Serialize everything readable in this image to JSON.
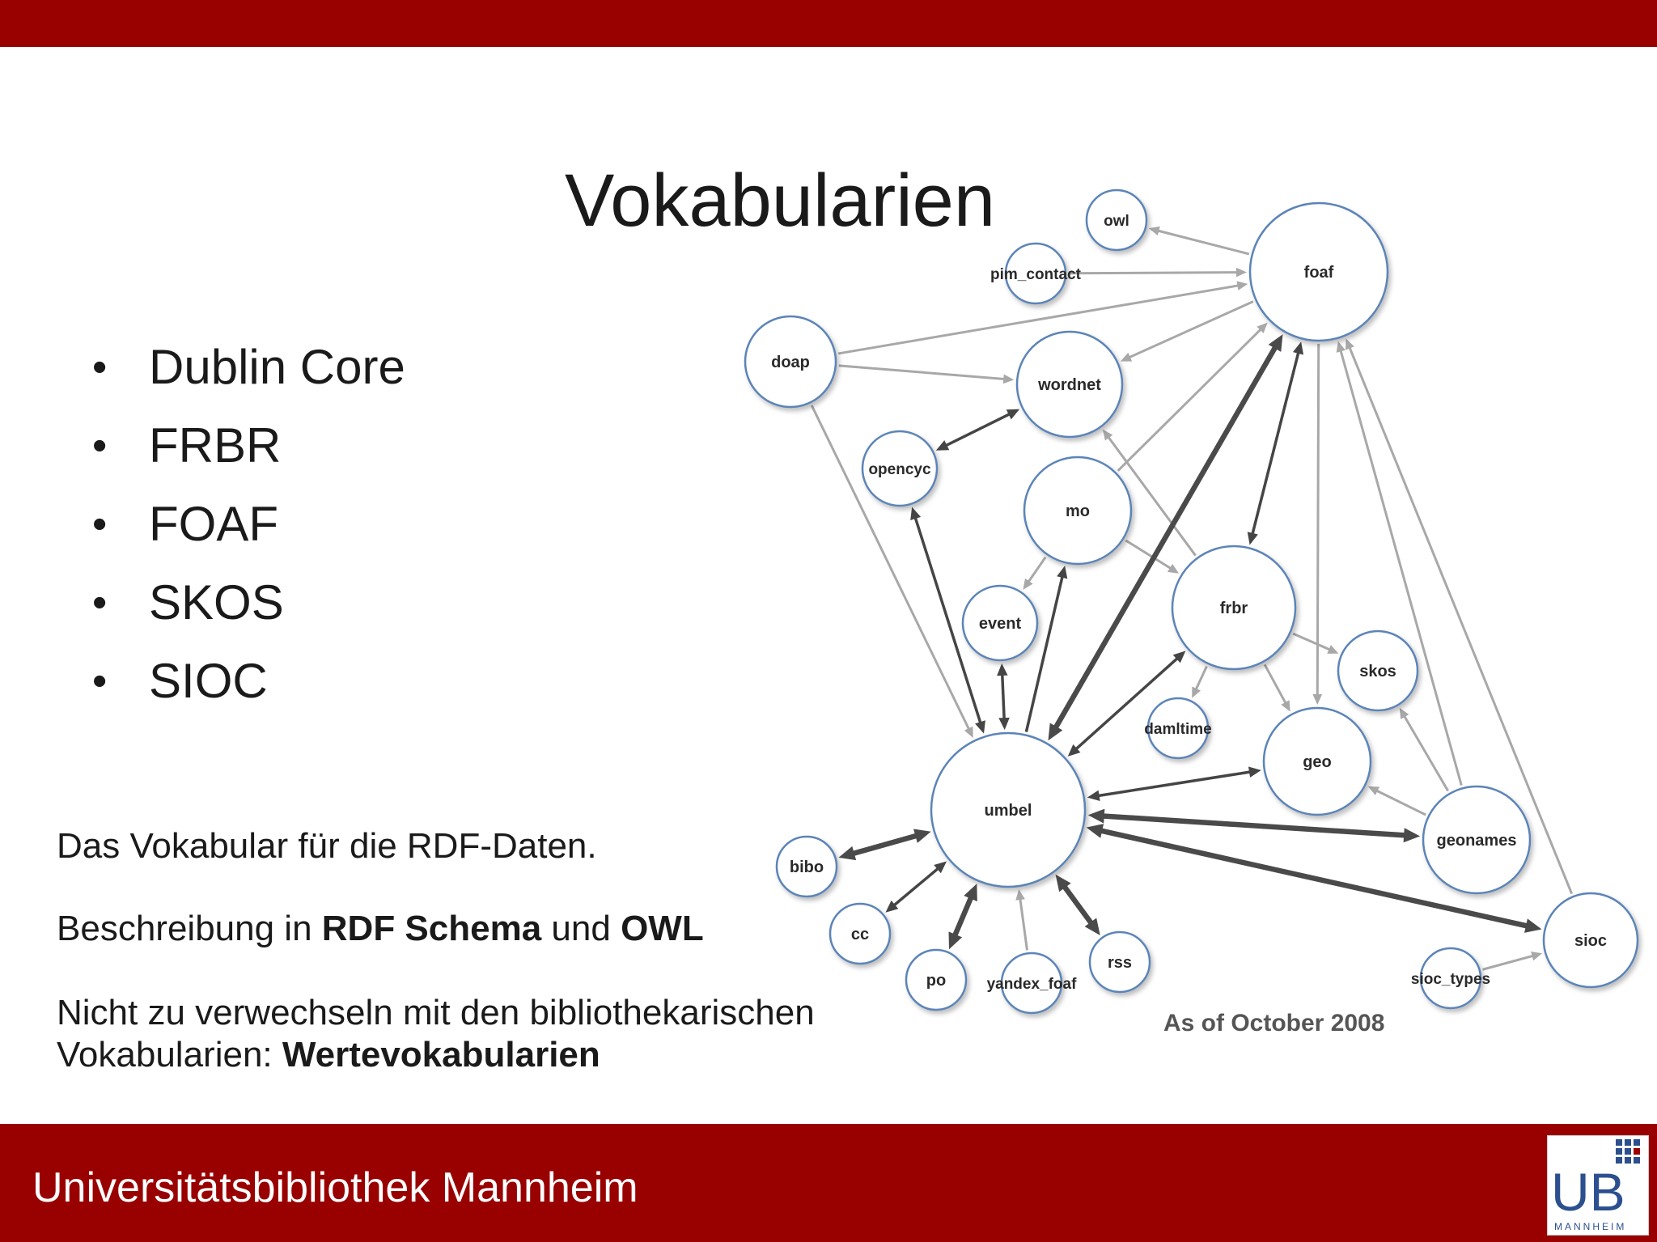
{
  "slide": {
    "title": "Vokabularien",
    "bullets": [
      "Dublin Core",
      "FRBR",
      "FOAF",
      "SKOS",
      "SIOC"
    ],
    "description": {
      "line1": "Das Vokabular für die RDF-Daten.",
      "line2_prefix": "Beschreibung in ",
      "line2_bold1": "RDF Schema",
      "line2_mid": " und ",
      "line2_bold2": "OWL",
      "line3": "Nicht zu verwechseln mit den bibliothekarischen",
      "line4_prefix": "Vokabularien: ",
      "line4_bold": "Wertevokabularien"
    },
    "footer": "Universitätsbibliothek Mannheim",
    "logo": {
      "letters": "UB",
      "subtitle": "MANNHEIM"
    }
  },
  "colors": {
    "brand_red": "#990000",
    "node_stroke": "#5b84b8"
  },
  "diagram": {
    "caption": "As of October 2008",
    "nodes": [
      {
        "id": "owl",
        "label": "owl"
      },
      {
        "id": "foaf",
        "label": "foaf"
      },
      {
        "id": "pim_contact",
        "label": "pim_contact"
      },
      {
        "id": "doap",
        "label": "doap"
      },
      {
        "id": "wordnet",
        "label": "wordnet"
      },
      {
        "id": "opencyc",
        "label": "opencyc"
      },
      {
        "id": "mo",
        "label": "mo"
      },
      {
        "id": "frbr",
        "label": "frbr"
      },
      {
        "id": "event",
        "label": "event"
      },
      {
        "id": "skos",
        "label": "skos"
      },
      {
        "id": "damltime",
        "label": "damltime"
      },
      {
        "id": "geo",
        "label": "geo"
      },
      {
        "id": "umbel",
        "label": "umbel"
      },
      {
        "id": "geonames",
        "label": "geonames"
      },
      {
        "id": "bibo",
        "label": "bibo"
      },
      {
        "id": "cc",
        "label": "cc"
      },
      {
        "id": "po",
        "label": "po"
      },
      {
        "id": "yandex_foaf",
        "label": "yandex_foaf"
      },
      {
        "id": "rss",
        "label": "rss"
      },
      {
        "id": "sioc",
        "label": "sioc"
      },
      {
        "id": "sioc_types",
        "label": "sioc_types"
      }
    ],
    "edges": [
      {
        "from": "foaf",
        "to": "owl",
        "weight": "light",
        "bidirectional": false
      },
      {
        "from": "pim_contact",
        "to": "foaf",
        "weight": "light",
        "bidirectional": false
      },
      {
        "from": "doap",
        "to": "foaf",
        "weight": "light",
        "bidirectional": false
      },
      {
        "from": "doap",
        "to": "wordnet",
        "weight": "light",
        "bidirectional": false
      },
      {
        "from": "foaf",
        "to": "wordnet",
        "weight": "light",
        "bidirectional": false
      },
      {
        "from": "opencyc",
        "to": "wordnet",
        "weight": "dark",
        "bidirectional": true
      },
      {
        "from": "doap",
        "to": "umbel",
        "weight": "light",
        "bidirectional": false
      },
      {
        "from": "mo",
        "to": "foaf",
        "weight": "light",
        "bidirectional": false
      },
      {
        "from": "mo",
        "to": "frbr",
        "weight": "light",
        "bidirectional": false
      },
      {
        "from": "mo",
        "to": "event",
        "weight": "light",
        "bidirectional": false
      },
      {
        "from": "frbr",
        "to": "wordnet",
        "weight": "light",
        "bidirectional": false
      },
      {
        "from": "foaf",
        "to": "frbr",
        "weight": "dark",
        "bidirectional": true
      },
      {
        "from": "foaf",
        "to": "umbel",
        "weight": "heavy",
        "bidirectional": true
      },
      {
        "from": "foaf",
        "to": "geo",
        "weight": "light",
        "bidirectional": false
      },
      {
        "from": "opencyc",
        "to": "umbel",
        "weight": "dark",
        "bidirectional": true
      },
      {
        "from": "event",
        "to": "umbel",
        "weight": "dark",
        "bidirectional": true
      },
      {
        "from": "umbel",
        "to": "mo",
        "weight": "dark",
        "bidirectional": false
      },
      {
        "from": "frbr",
        "to": "umbel",
        "weight": "dark",
        "bidirectional": true
      },
      {
        "from": "frbr",
        "to": "skos",
        "weight": "light",
        "bidirectional": false
      },
      {
        "from": "frbr",
        "to": "damltime",
        "weight": "light",
        "bidirectional": false
      },
      {
        "from": "frbr",
        "to": "geo",
        "weight": "light",
        "bidirectional": false
      },
      {
        "from": "geo",
        "to": "umbel",
        "weight": "dark",
        "bidirectional": true
      },
      {
        "from": "geonames",
        "to": "umbel",
        "weight": "heavy",
        "bidirectional": true
      },
      {
        "from": "geonames",
        "to": "geo",
        "weight": "light",
        "bidirectional": false
      },
      {
        "from": "geonames",
        "to": "skos",
        "weight": "light",
        "bidirectional": false
      },
      {
        "from": "geonames",
        "to": "foaf",
        "weight": "light",
        "bidirectional": false
      },
      {
        "from": "sioc",
        "to": "foaf",
        "weight": "light",
        "bidirectional": false
      },
      {
        "from": "sioc",
        "to": "umbel",
        "weight": "heavy",
        "bidirectional": true
      },
      {
        "from": "sioc_types",
        "to": "sioc",
        "weight": "light",
        "bidirectional": false
      },
      {
        "from": "bibo",
        "to": "umbel",
        "weight": "heavy",
        "bidirectional": true
      },
      {
        "from": "cc",
        "to": "umbel",
        "weight": "dark",
        "bidirectional": true
      },
      {
        "from": "po",
        "to": "umbel",
        "weight": "heavy",
        "bidirectional": true
      },
      {
        "from": "yandex_foaf",
        "to": "umbel",
        "weight": "light",
        "bidirectional": false
      },
      {
        "from": "rss",
        "to": "umbel",
        "weight": "heavy",
        "bidirectional": true
      }
    ]
  }
}
